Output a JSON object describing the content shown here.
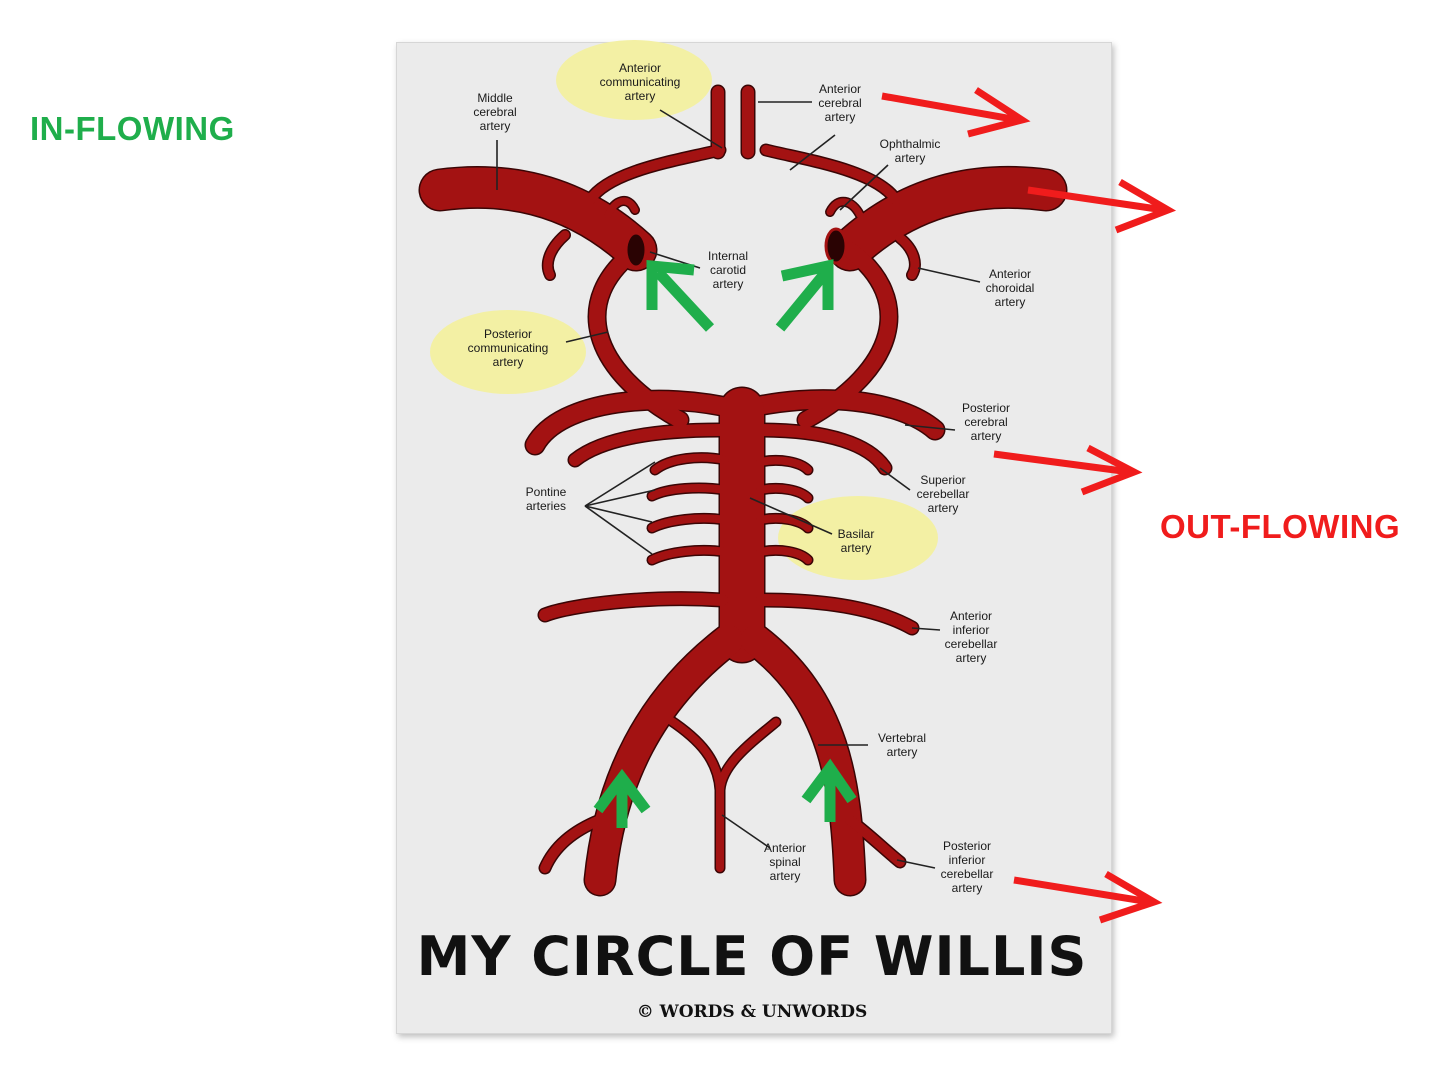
{
  "side_labels": {
    "in_flowing": "IN-FLOWING",
    "out_flowing": "OUT-FLOWING"
  },
  "poster": {
    "title": "MY CIRCLE OF WILLIS",
    "copyright": "© WORDS & UNWORDS"
  },
  "labels": {
    "anterior_communicating": [
      "Anterior",
      "communicating",
      "artery"
    ],
    "middle_cerebral": [
      "Middle",
      "cerebral",
      "artery"
    ],
    "anterior_cerebral": [
      "Anterior",
      "cerebral",
      "artery"
    ],
    "ophthalmic": [
      "Ophthalmic",
      "artery"
    ],
    "internal_carotid": [
      "Internal",
      "carotid",
      "artery"
    ],
    "anterior_choroidal": [
      "Anterior",
      "choroidal",
      "artery"
    ],
    "posterior_communicating": [
      "Posterior",
      "communicating",
      "artery"
    ],
    "posterior_cerebral": [
      "Posterior",
      "cerebral",
      "artery"
    ],
    "superior_cerebellar": [
      "Superior",
      "cerebellar",
      "artery"
    ],
    "pontine": [
      "Pontine",
      "arteries"
    ],
    "basilar": [
      "Basilar",
      "artery"
    ],
    "anterior_inferior_cerebellar": [
      "Anterior",
      "inferior",
      "cerebellar",
      "artery"
    ],
    "vertebral": [
      "Vertebral",
      "artery"
    ],
    "anterior_spinal": [
      "Anterior",
      "spinal",
      "artery"
    ],
    "posterior_inferior_cerebellar": [
      "Posterior",
      "inferior",
      "cerebellar",
      "artery"
    ]
  },
  "colors": {
    "in_flow": "#1fae4b",
    "out_flow": "#f01c1c",
    "artery": "#a31212",
    "artery_outline": "#3a0505",
    "highlight": "#f3f0a4"
  }
}
